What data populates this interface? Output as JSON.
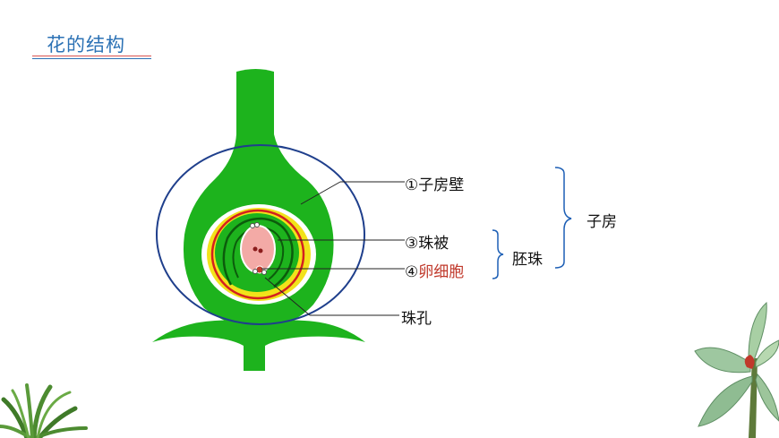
{
  "header": {
    "title": "花的结构"
  },
  "labels": {
    "ovary_wall": {
      "num": "①",
      "text": "子房壁"
    },
    "integument": {
      "num": "③",
      "text": "珠被"
    },
    "egg_cell": {
      "num": "④",
      "text": "卵细胞"
    },
    "micropyle": {
      "text": "珠孔"
    },
    "ovule": {
      "text": "胚珠"
    },
    "ovary": {
      "text": "子房"
    }
  },
  "colors": {
    "tissue_green": "#1db31d",
    "integument_yellow": "#f2e21a",
    "egg_red": "#c0392b",
    "highlight_ring": "#d42020",
    "outline_blue": "#1f3f8c",
    "title_blue": "#2c72b5",
    "bracket_blue": "#1d5fb5"
  }
}
